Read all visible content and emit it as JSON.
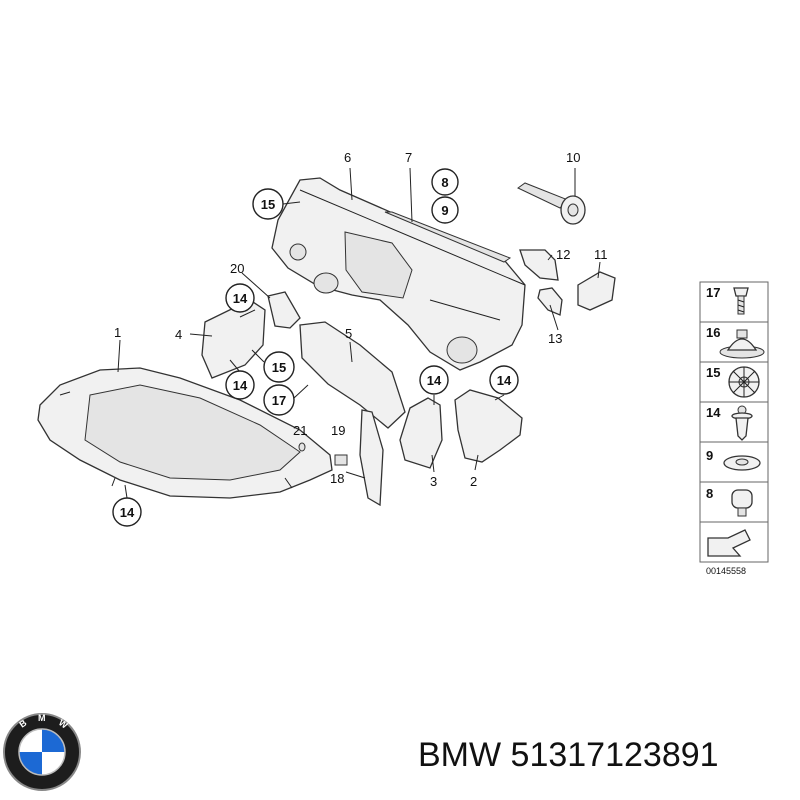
{
  "diagram": {
    "callouts": [
      {
        "id": "c1",
        "text": "1"
      },
      {
        "id": "c2",
        "text": "2"
      },
      {
        "id": "c3",
        "text": "3"
      },
      {
        "id": "c4",
        "text": "4"
      },
      {
        "id": "c5",
        "text": "5"
      },
      {
        "id": "c6",
        "text": "6"
      },
      {
        "id": "c7",
        "text": "7"
      },
      {
        "id": "c8",
        "text": "8"
      },
      {
        "id": "c9",
        "text": "9"
      },
      {
        "id": "c10",
        "text": "10"
      },
      {
        "id": "c11",
        "text": "11"
      },
      {
        "id": "c12",
        "text": "12"
      },
      {
        "id": "c13",
        "text": "13"
      },
      {
        "id": "c14a",
        "text": "14"
      },
      {
        "id": "c14b",
        "text": "14"
      },
      {
        "id": "c14c",
        "text": "14"
      },
      {
        "id": "c14d",
        "text": "14"
      },
      {
        "id": "c14e",
        "text": "14"
      },
      {
        "id": "c15a",
        "text": "15"
      },
      {
        "id": "c15b",
        "text": "15"
      },
      {
        "id": "c17",
        "text": "17"
      },
      {
        "id": "c18",
        "text": "18"
      },
      {
        "id": "c19",
        "text": "19"
      },
      {
        "id": "c20",
        "text": "20"
      },
      {
        "id": "c21",
        "text": "21"
      }
    ],
    "legend": {
      "items": [
        {
          "num": "17",
          "icon": "screw-bolt-icon"
        },
        {
          "num": "16",
          "icon": "dome-cap-icon"
        },
        {
          "num": "15",
          "icon": "rosette-clip-icon"
        },
        {
          "num": "14",
          "icon": "expanding-rivet-icon"
        },
        {
          "num": "9",
          "icon": "washer-icon"
        },
        {
          "num": "8",
          "icon": "push-clip-icon"
        }
      ],
      "arrow_icon": "direction-arrow-icon"
    },
    "diagram_code": "00145558"
  },
  "footer": {
    "brand": "BMW",
    "part_number": "51317123891",
    "logo": "bmw-roundel-logo"
  }
}
